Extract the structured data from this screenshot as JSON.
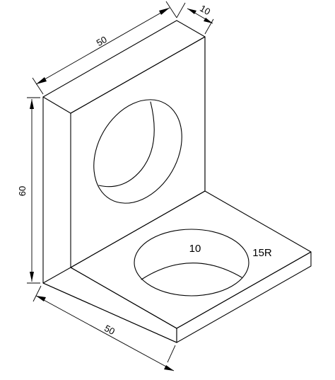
{
  "diagram": {
    "dimensions": {
      "top_length": "50",
      "top_thickness": "10",
      "height": "60",
      "bottom_length": "50"
    },
    "notes": {
      "hole_depth": "10",
      "hole_radius": "15R"
    }
  }
}
